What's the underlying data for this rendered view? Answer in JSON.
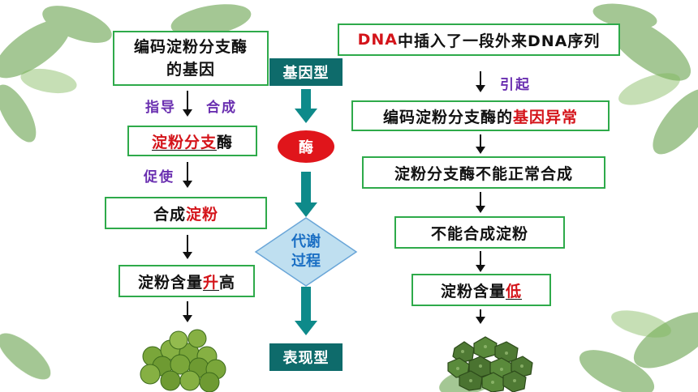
{
  "left": {
    "gene_box": [
      "编码淀粉分支酶",
      "的基因"
    ],
    "guide_label": "指导",
    "synth_label": "合成",
    "enzyme_box": {
      "red": "淀粉分支",
      "black": "酶"
    },
    "promote_label": "促使",
    "synth_starch_box": {
      "black": "合成",
      "red": "淀粉"
    },
    "content_box": {
      "black1": "淀粉含量",
      "red": "升",
      "black2": "高"
    }
  },
  "middle": {
    "genotype_label": "基因型",
    "enzyme_label": "酶",
    "metabolism_label": [
      "代谢",
      "过程"
    ],
    "phenotype_label": "表现型"
  },
  "right": {
    "dna_box": {
      "red": "DNA",
      "black": "中插入了一段外来DNA序列"
    },
    "cause_label": "引起",
    "gene_abnormal_box": {
      "black": "编码淀粉分支酶的",
      "red": "基因异常"
    },
    "cannot_synth_enzyme_box": "淀粉分支酶不能正常合成",
    "cannot_synth_starch_box": "不能合成淀粉",
    "content_low_box": {
      "black": "淀粉含量",
      "red": "低"
    }
  },
  "colors": {
    "box_border": "#2eaa4a",
    "teal": "#0e6b6b",
    "purple": "#6a2fb0",
    "red": "#d4141a",
    "enzyme_red": "#e0151b"
  }
}
